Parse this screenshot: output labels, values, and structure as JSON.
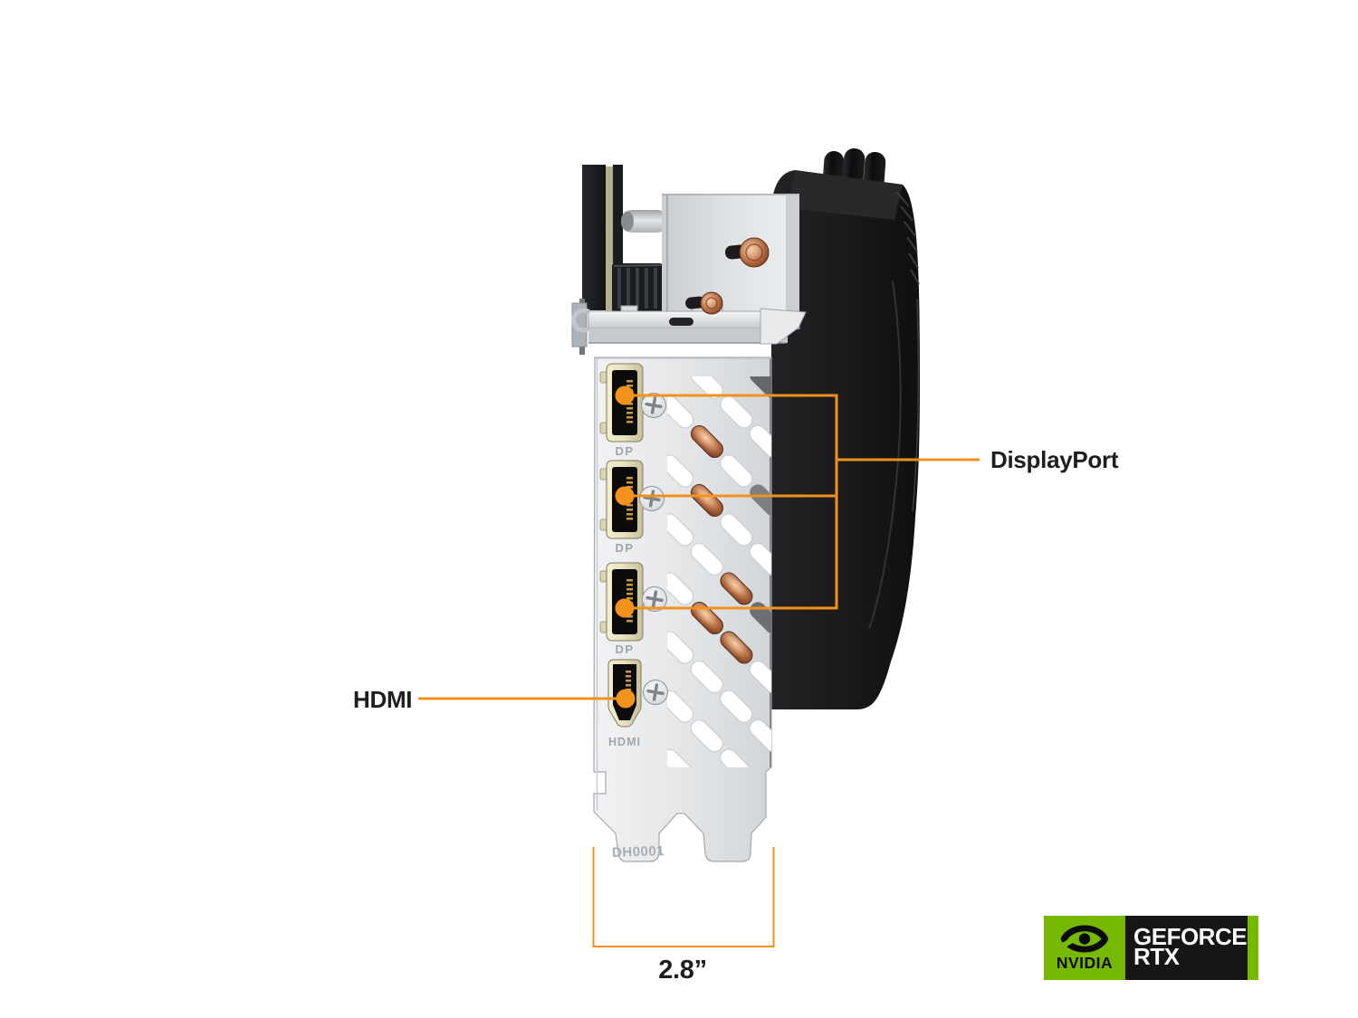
{
  "callouts": {
    "displayport": "DisplayPort",
    "hdmi": "HDMI",
    "width": "2.8”"
  },
  "card": {
    "serial_stamp": "DH0001",
    "port_stamps": [
      "DP",
      "DP",
      "DP",
      "HDMI"
    ]
  },
  "badge": {
    "brand": "NVIDIA",
    "line1": "GEFORCE",
    "line2": "RTX"
  },
  "colors": {
    "callout_orange": "#F2921D",
    "nvidia_green": "#76B900",
    "badge_black": "#161616",
    "label_text": "#1E1E1E"
  },
  "icons": {
    "nvidia_eye": "nvidia-eye-logo"
  }
}
